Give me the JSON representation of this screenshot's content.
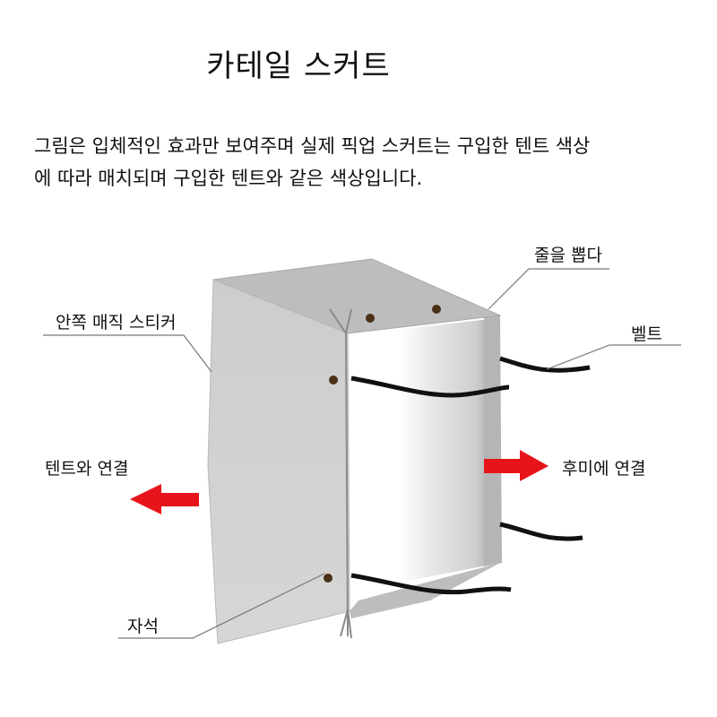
{
  "title": "카테일 스커트",
  "description": [
    "그림은 입체적인 효과만 보여주며 실제 픽업 스커트는 구입한 텐트 색상",
    "에 따라 매치되며 구입한 텐트와 같은 색상입니다."
  ],
  "labels": {
    "pull_cord": "줄을 뽑다",
    "inner_magic_sticker": "안쪽 매직 스티커",
    "belt": "벨트",
    "connect_tent": "텐트와 연결",
    "connect_rear": "후미에 연결",
    "magnet": "자석"
  },
  "colors": {
    "arrow": "#e8141b",
    "panel_top": "#bcbcbc",
    "panel_side": "#cfcfcf",
    "belt": "#111111",
    "magnet_dot": "#4a3016"
  }
}
